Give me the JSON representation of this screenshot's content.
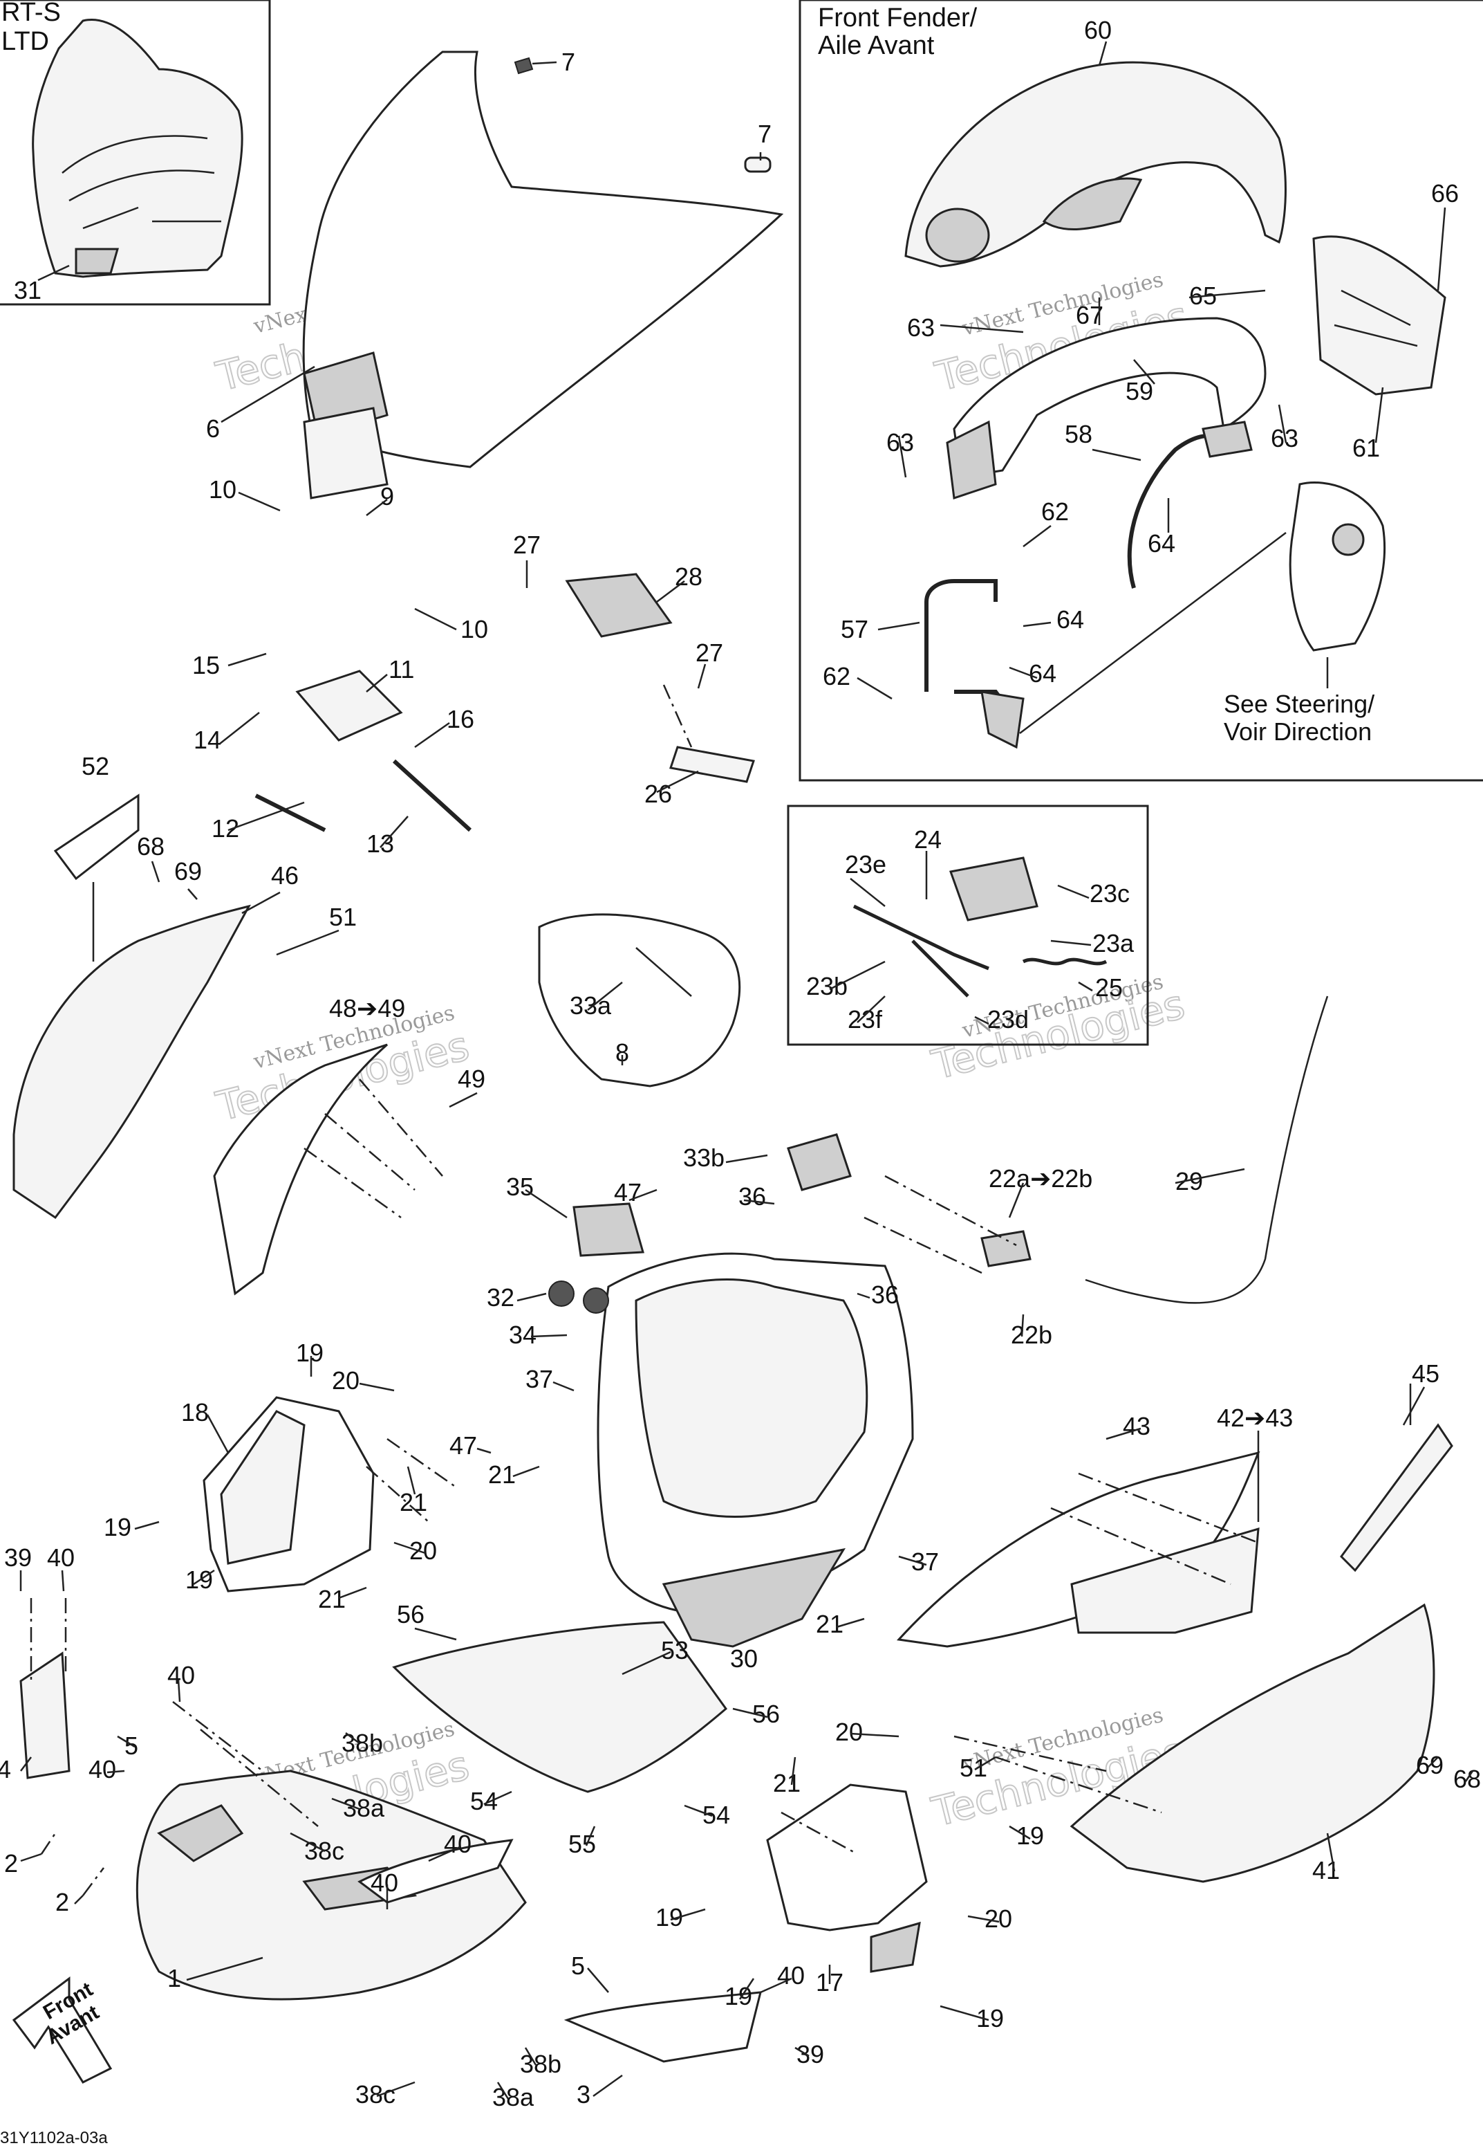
{
  "insets": {
    "rt_s_ltd": {
      "title_line1": "RT-S",
      "title_line2": "LTD"
    },
    "front_fender": {
      "title_line1": "Front Fender/",
      "title_line2": "Aile Avant"
    },
    "steering_note": {
      "line1": "See Steering/",
      "line2": "Voir Direction"
    }
  },
  "front_label": {
    "line1": "Front",
    "line2": "Avant"
  },
  "watermark": {
    "small": "vNext Technologies",
    "large": "Technologies",
    "large_top": "vNext"
  },
  "drawing_code": "31Y1102a-03a",
  "callouts": {
    "c31": "31",
    "c6": "6",
    "c7a": "7",
    "c7b": "7",
    "c60": "60",
    "c66": "66",
    "c67": "67",
    "c65": "65",
    "c63a": "63",
    "c63b": "63",
    "c63c": "63",
    "c59": "59",
    "c61": "61",
    "c58": "58",
    "c62a": "62",
    "c62b": "62",
    "c64a": "64",
    "c64b": "64",
    "c64c": "64",
    "c57": "57",
    "c10a": "10",
    "c9": "9",
    "c10b": "10",
    "c15": "15",
    "c11": "11",
    "c14": "14",
    "c16": "16",
    "c12": "12",
    "c13": "13",
    "c27a": "27",
    "c28": "28",
    "c27b": "27",
    "c26": "26",
    "c52": "52",
    "c68a": "68",
    "c69a": "69",
    "c46": "46",
    "c51a": "51",
    "c48_49": "48➔49",
    "c49": "49",
    "c24": "24",
    "c23e": "23e",
    "c23c": "23c",
    "c23a": "23a",
    "c23b": "23b",
    "c25": "25",
    "c23f": "23f",
    "c23d": "23d",
    "c33a": "33a",
    "c8": "8",
    "c29": "29",
    "c33b": "33b",
    "c35": "35",
    "c47a": "47",
    "c36a": "36",
    "c36b": "36",
    "c22a_22b": "22a➔22b",
    "c22b": "22b",
    "c32": "32",
    "c34": "34",
    "c37a": "37",
    "c47b": "47",
    "c21a": "21",
    "c19a": "19",
    "c20a": "20",
    "c18": "18",
    "c21b": "21",
    "c19b": "19",
    "c20b": "20",
    "c19c": "19",
    "c21c": "21",
    "c45": "45",
    "c43": "43",
    "c42_43": "42➔43",
    "c37b": "37",
    "c21d": "21",
    "c30": "30",
    "c39a": "39",
    "c40a": "40",
    "c4": "4",
    "c40b": "40",
    "c5a": "5",
    "c40c": "40",
    "c2a": "2",
    "c2b": "2",
    "c56a": "56",
    "c53": "53",
    "c38b_a": "38b",
    "c38a_a": "38a",
    "c38c_a": "38c",
    "c54a": "54",
    "c54b": "54",
    "c55": "55",
    "c56b": "56",
    "c20c": "20",
    "c21e": "21",
    "c51b": "51",
    "c19d": "19",
    "c40d": "40",
    "c40e": "40",
    "c19e": "19",
    "c20d": "20",
    "c17": "17",
    "c19f": "19",
    "c19g": "19",
    "c41": "41",
    "c69b": "69",
    "c68b": "68",
    "c1": "1",
    "c5b": "5",
    "c40f": "40",
    "c38b_b": "38b",
    "c39b": "39",
    "c38c_b": "38c",
    "c38a_b": "38a",
    "c3": "3"
  }
}
